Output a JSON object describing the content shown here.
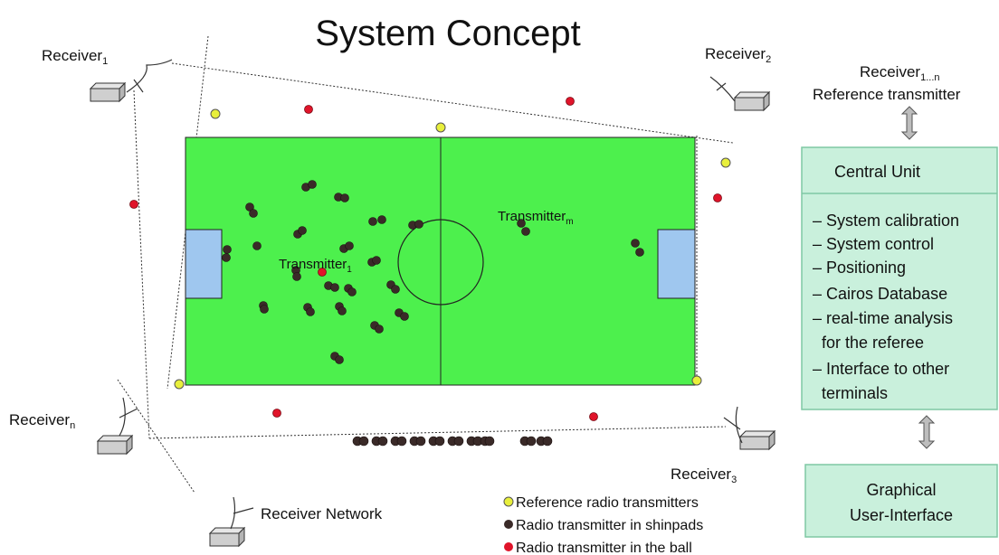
{
  "title": "System Concept",
  "receivers": {
    "r1": {
      "base": "Receiver",
      "sub": "1"
    },
    "r2": {
      "base": "Receiver",
      "sub": "2"
    },
    "r3": {
      "base": "Receiver",
      "sub": "3"
    },
    "rn": {
      "base": "Receiver",
      "sub": "n"
    },
    "network": "Receiver Network"
  },
  "transmitters": {
    "t1": {
      "base": "Transmitter",
      "sub": "1"
    },
    "tm": {
      "base": "Transmitter",
      "sub": "m"
    }
  },
  "right_panel": {
    "top_line1_base": "Receiver",
    "top_line1_sub": "1...n",
    "top_line2": "Reference transmitter",
    "central_unit": {
      "title": "Central Unit",
      "items": [
        "– System calibration",
        "– System control",
        "– Positioning",
        "– Cairos Database",
        "– real-time analysis",
        "  for the referee",
        "– Interface to other",
        "  terminals"
      ]
    },
    "gui_line1": "Graphical",
    "gui_line2": "User-Interface"
  },
  "legend": [
    {
      "label": "Reference radio transmitters",
      "color": "#e8ef3c"
    },
    {
      "label": "Radio transmitter in shinpads",
      "color": "#3a2a28"
    },
    {
      "label": "Radio transmitter in the ball",
      "color": "#e0142a"
    }
  ],
  "colors": {
    "field": "#4df04d",
    "goal": "#9fc7ef",
    "panel": "#c9f0dc",
    "panel_border": "#7fc8a4"
  }
}
